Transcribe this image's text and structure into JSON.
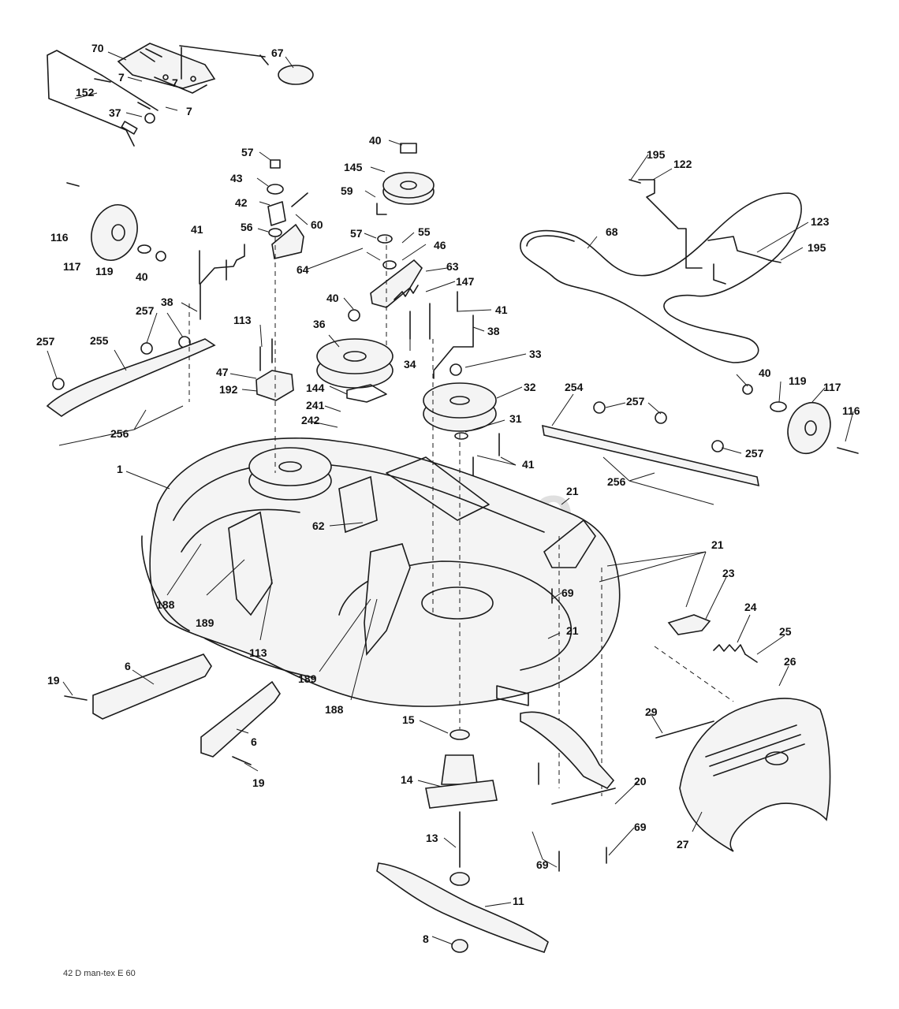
{
  "watermark": "PartsTree",
  "footer_code": "42 D man-tex E 60",
  "labels": [
    "70",
    "67",
    "7",
    "7",
    "152",
    "7",
    "37",
    "57",
    "43",
    "40",
    "145",
    "42",
    "60",
    "59",
    "195",
    "122",
    "56",
    "57",
    "55",
    "46",
    "41",
    "116",
    "117",
    "119",
    "40",
    "64",
    "63",
    "147",
    "68",
    "123",
    "195",
    "38",
    "40",
    "41",
    "38",
    "257",
    "257",
    "255",
    "113",
    "36",
    "34",
    "33",
    "47",
    "192",
    "144",
    "32",
    "254",
    "257",
    "40",
    "119",
    "117",
    "116",
    "241",
    "242",
    "256",
    "31",
    "41",
    "257",
    "256",
    "1",
    "21",
    "62",
    "21",
    "23",
    "188",
    "69",
    "189",
    "24",
    "25",
    "113",
    "21",
    "26",
    "19",
    "6",
    "189",
    "188",
    "15",
    "29",
    "6",
    "27",
    "19",
    "14",
    "20",
    "13",
    "69",
    "69",
    "11",
    "8"
  ]
}
